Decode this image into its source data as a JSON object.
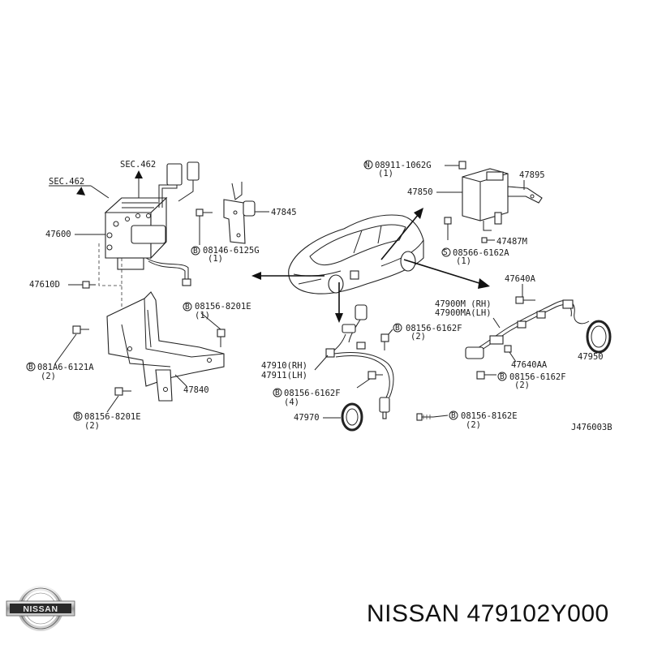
{
  "diagram": {
    "drawing_code": "J476003B",
    "labels": {
      "sec462_a": "SEC.462",
      "sec462_b": "SEC.462",
      "p47600": "47600",
      "p47610d": "47610D",
      "p081a6": "081A6-6121A",
      "p081a6_qty": "(2)",
      "p08156_8201e_a": "08156-8201E",
      "p08156_8201e_a_qty": "(1)",
      "p08156_8201e_b": "08156-8201E",
      "p08156_8201e_b_qty": "(2)",
      "p47840": "47840",
      "p47845": "47845",
      "p08146": "08146-6125G",
      "p08146_qty": "(1)",
      "p08911": "08911-1062G",
      "p08911_qty": "(1)",
      "p47895": "47895",
      "p47850": "47850",
      "p47487m": "47487M",
      "p08566": "08566-6162A",
      "p08566_qty": "(1)",
      "p47640a": "47640A",
      "p47900m": "47900M  (RH)",
      "p47900ma": "47900MA(LH)",
      "p08156_6162f_a": "08156-6162F",
      "p08156_6162f_a_qty": "(2)",
      "p47640aa": "47640AA",
      "p47950": "47950",
      "p08156_6162f_b": "08156-6162F",
      "p08156_6162f_b_qty": "(2)",
      "p47910": "47910(RH)",
      "p47911": "47911(LH)",
      "p08156_6162f_c": "08156-6162F",
      "p08156_6162f_c_qty": "(4)",
      "p47970": "47970",
      "p08156_8162e": "08156-8162E",
      "p08156_8162e_qty": "(2)",
      "circ_b": "B",
      "circ_n": "N",
      "circ_s": "S"
    }
  },
  "logo": {
    "text": "NISSAN"
  },
  "footer": {
    "part_text": "NISSAN 479102Y000"
  }
}
